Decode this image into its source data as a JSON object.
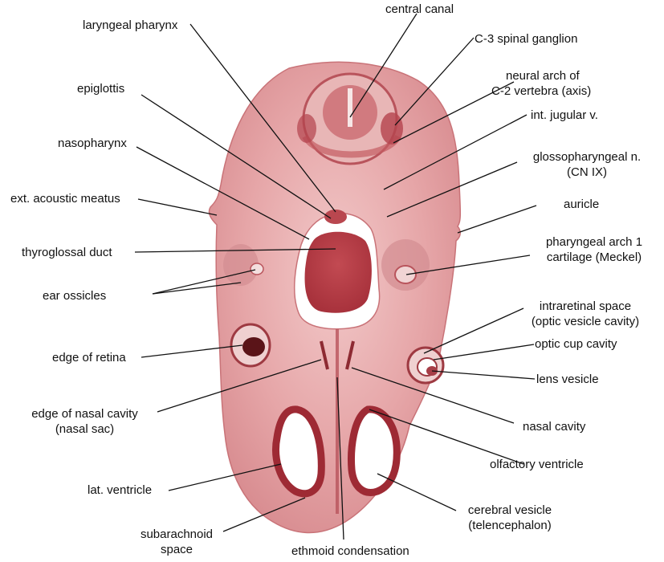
{
  "labels": {
    "central_canal": "central canal",
    "laryngeal_pharynx": "laryngeal pharynx",
    "c3_spinal_ganglion": "C-3 spinal ganglion",
    "neural_arch_l1": "neural arch of",
    "neural_arch_l2": "C-2 vertebra (axis)",
    "epiglottis": "epiglottis",
    "int_jugular": "int. jugular v.",
    "nasopharynx": "nasopharynx",
    "glossopharyngeal_l1": "glossopharyngeal n.",
    "glossopharyngeal_l2": "(CN IX)",
    "ext_acoustic_meatus": "ext. acoustic meatus",
    "auricle": "auricle",
    "pharyngeal_arch_l1": "pharyngeal arch 1",
    "pharyngeal_arch_l2": "cartilage (Meckel)",
    "thyroglossal_duct": "thyroglossal duct",
    "ear_ossicles": "ear ossicles",
    "intraretinal_l1": "intraretinal space",
    "intraretinal_l2": "(optic vesicle cavity)",
    "edge_of_retina": "edge of retina",
    "optic_cup_cavity": "optic cup cavity",
    "lens_vesicle": "lens vesicle",
    "edge_nasal_l1": "edge of nasal cavity",
    "edge_nasal_l2": "(nasal sac)",
    "nasal_cavity": "nasal cavity",
    "olfactory_ventricle": "olfactory ventricle",
    "lat_ventricle": "lat. ventricle",
    "cerebral_vesicle_l1": "cerebral vesicle",
    "cerebral_vesicle_l2": "(telencephalon)",
    "subarachnoid_l1": "subarachnoid",
    "subarachnoid_l2": "space",
    "ethmoid_condensation": "ethmoid condensation"
  }
}
